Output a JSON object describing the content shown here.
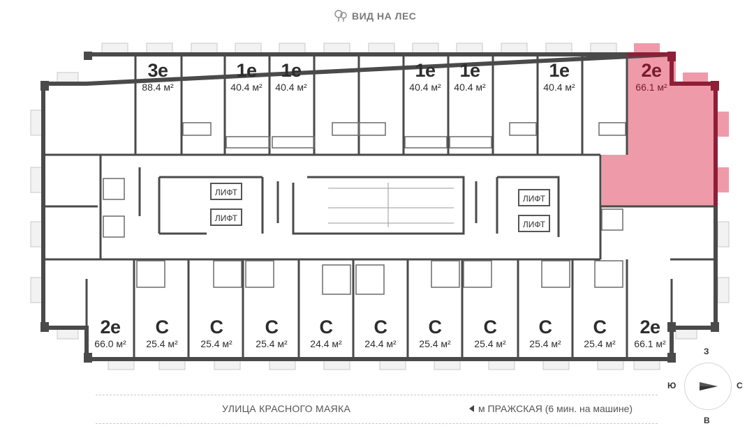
{
  "header": {
    "view_label": "ВИД НА ЛЕС",
    "tree_icon": "tree-icon"
  },
  "apartments_top": [
    {
      "type": "3е",
      "area": "88.4 м²"
    },
    {
      "type": "1е",
      "area": "40.4 м²"
    },
    {
      "type": "1е",
      "area": "40.4 м²"
    },
    {
      "type": "1е",
      "area": "40.4 м²"
    },
    {
      "type": "1е",
      "area": "40.4 м²"
    },
    {
      "type": "1е",
      "area": "40.4 м²"
    },
    {
      "type": "2е",
      "area": "66.1 м²",
      "selected": true
    }
  ],
  "apartments_bottom": [
    {
      "type": "2е",
      "area": "66.0 м²"
    },
    {
      "type": "С",
      "area": "25.4 м²"
    },
    {
      "type": "С",
      "area": "25.4 м²"
    },
    {
      "type": "С",
      "area": "25.4 м²"
    },
    {
      "type": "С",
      "area": "24.4 м²"
    },
    {
      "type": "С",
      "area": "24.4 м²"
    },
    {
      "type": "С",
      "area": "25.4 м²"
    },
    {
      "type": "С",
      "area": "25.4 м²"
    },
    {
      "type": "С",
      "area": "25.4 м²"
    },
    {
      "type": "С",
      "area": "25.4 м²"
    },
    {
      "type": "2е",
      "area": "66.1 м²"
    }
  ],
  "lifts": [
    "ЛИФТ",
    "ЛИФТ",
    "ЛИФТ",
    "ЛИФТ"
  ],
  "footer": {
    "street": "УЛИЦА КРАСНОГО МАЯКА",
    "metro": "м ПРАЖСКАЯ (6 мин. на машине)"
  },
  "compass": {
    "north": "З",
    "south": "В",
    "west": "Ю",
    "east": "С"
  },
  "colors": {
    "wall": "#4a4a4a",
    "highlight": "#ef9aa8",
    "highlight_wall": "#8e1f36",
    "window": "#d6d6d6"
  }
}
